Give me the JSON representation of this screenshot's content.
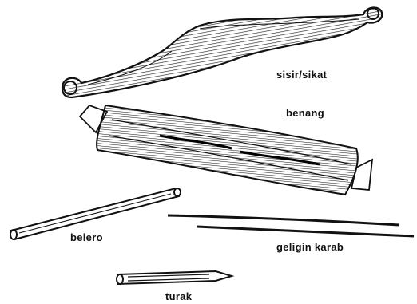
{
  "labels": {
    "sisir": "sisir/sikat",
    "benang": "benang",
    "belero": "belero",
    "geligin": "geligin karab",
    "turak": "turak"
  },
  "colors": {
    "ink": "#111111",
    "paper": "#ffffff"
  }
}
